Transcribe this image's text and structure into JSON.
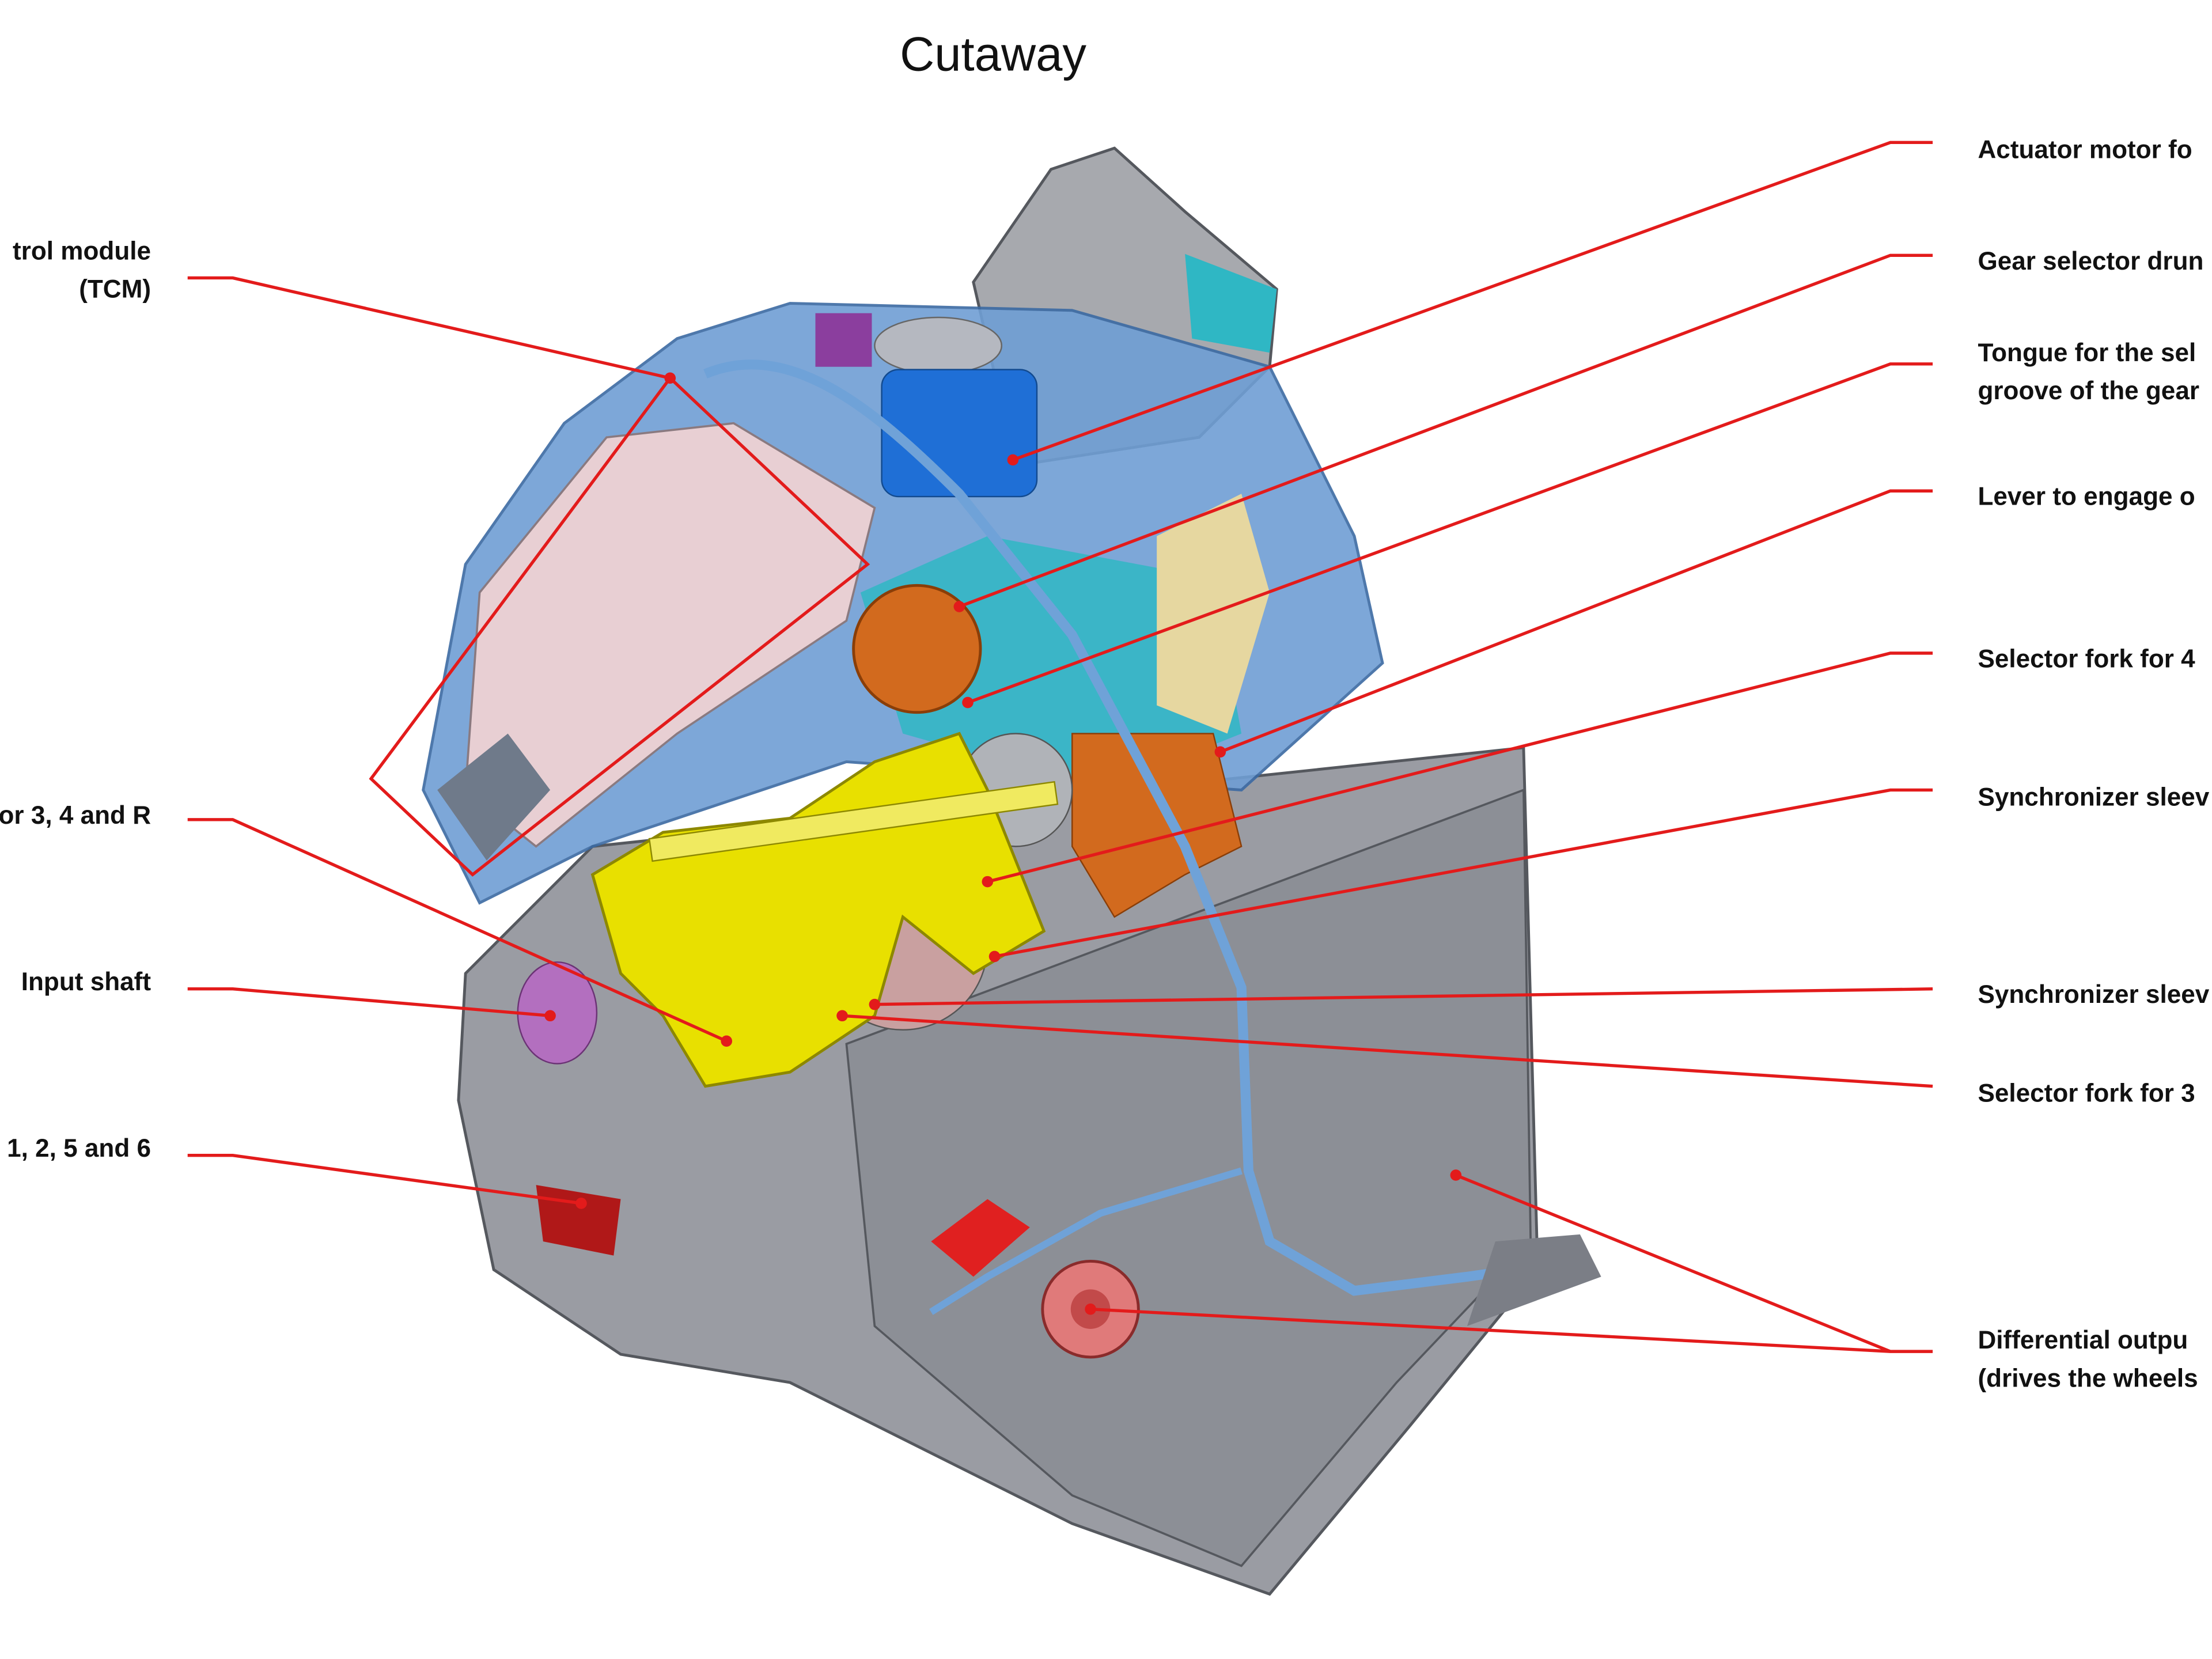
{
  "title": "Cutaway",
  "left_labels": [
    {
      "lines": [
        "trol module",
        "(TCM)"
      ]
    },
    {
      "lines": [
        "or 3, 4 and R"
      ]
    },
    {
      "lines": [
        "Input shaft"
      ]
    },
    {
      "lines": [
        "1, 2, 5 and 6"
      ]
    }
  ],
  "right_labels": [
    {
      "lines": [
        "Actuator motor fo"
      ]
    },
    {
      "lines": [
        "Gear selector drun"
      ]
    },
    {
      "lines": [
        "Tongue for the sel",
        "groove of the gear"
      ]
    },
    {
      "lines": [
        "Lever to engage o"
      ]
    },
    {
      "lines": [
        "Selector fork for 4"
      ]
    },
    {
      "lines": [
        "Synchronizer sleev"
      ]
    },
    {
      "lines": [
        "Synchronizer sleev"
      ]
    },
    {
      "lines": [
        "Selector fork for 3"
      ]
    },
    {
      "lines": [
        "Differential outpu",
        "(drives the wheels"
      ]
    }
  ],
  "colors": {
    "leader": "#e31b1b",
    "housing": "#9a9ca3",
    "cover": "#5b8fc9",
    "fork": "#e8e000",
    "drum": "#d26a1e",
    "accent_teal": "#2fb7c4"
  }
}
